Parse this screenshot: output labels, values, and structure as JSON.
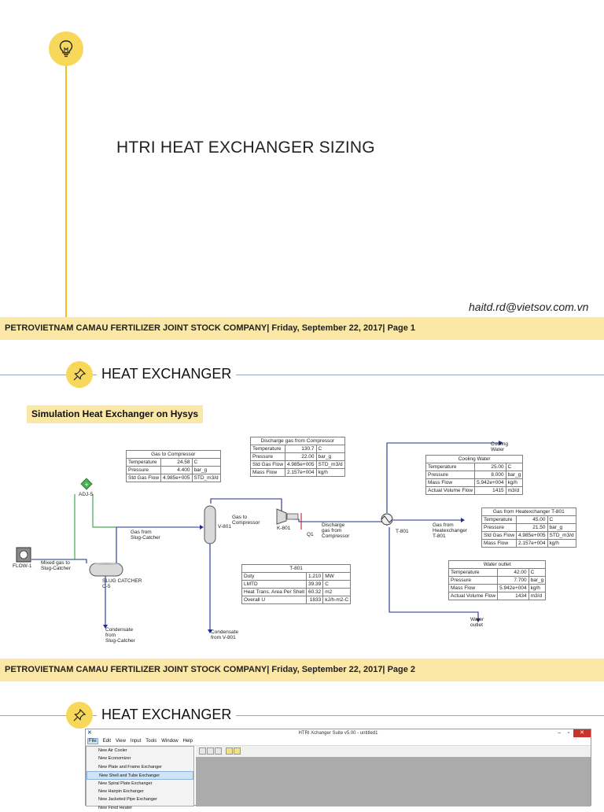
{
  "slide1": {
    "title": "HTRI HEAT EXCHANGER SIZING",
    "email": "haitd.rd@vietsov.com.vn",
    "footer": "PETROVIETNAM CAMAU FERTILIZER JOINT STOCK COMPANY| Friday, September 22, 2017| Page 1",
    "icon": "lightbulb-icon",
    "accent_color": "#f2bf1c"
  },
  "slide2": {
    "header": "HEAT EXCHANGER",
    "subheading": "Simulation Heat Exchanger on Hysys",
    "footer": "PETROVIETNAM CAMAU FERTILIZER JOINT STOCK COMPANY| Friday, September 22, 2017| Page 2",
    "icon": "pushpin-icon",
    "diagram": {
      "tables": {
        "gas_to_compressor": {
          "title": "Gas to Compressor",
          "rows": [
            [
              "Temperature",
              "24.58",
              "C"
            ],
            [
              "Pressure",
              "4.400",
              "bar_g"
            ],
            [
              "Std Gas Flow",
              "4.985e+005",
              "STD_m3/d"
            ]
          ]
        },
        "discharge_gas": {
          "title": "Discharge gas from Compressor",
          "rows": [
            [
              "Temperature",
              "130.7",
              "C"
            ],
            [
              "Pressure",
              "22.00",
              "bar_g"
            ],
            [
              "Std Gas Flow",
              "4.985e+005",
              "STD_m3/d"
            ],
            [
              "Mass Flow",
              "2.157e+004",
              "kg/h"
            ]
          ]
        },
        "cooling_water": {
          "title": "Cooling Water",
          "rows": [
            [
              "Temperature",
              "25.00",
              "C"
            ],
            [
              "Pressure",
              "8.000",
              "bar_g"
            ],
            [
              "Mass Flow",
              "5.942e+004",
              "kg/h"
            ],
            [
              "Actual Volume Flow",
              "1415",
              "m3/d"
            ]
          ]
        },
        "gas_from_hx": {
          "title": "Gas from Heatexchanger T-801",
          "rows": [
            [
              "Temperature",
              "45.00",
              "C"
            ],
            [
              "Pressure",
              "21.50",
              "bar_g"
            ],
            [
              "Std Gas Flow",
              "4.985e+005",
              "STD_m3/d"
            ],
            [
              "Mass Flow",
              "2.157e+004",
              "kg/h"
            ]
          ]
        },
        "t801": {
          "title": "T-801",
          "rows": [
            [
              "Duty",
              "1.210",
              "MW"
            ],
            [
              "LMTD",
              "39.39",
              "C"
            ],
            [
              "Heat Trans. Area Per Shell",
              "60.32",
              "m2"
            ],
            [
              "Overall U",
              "1833",
              "kJ/h-m2-C"
            ]
          ]
        },
        "water_outlet": {
          "title": "Water outlet",
          "rows": [
            [
              "Temperature",
              "42.00",
              "C"
            ],
            [
              "Pressure",
              "7.700",
              "bar_g"
            ],
            [
              "Mass Flow",
              "5.942e+004",
              "kg/h"
            ],
            [
              "Actual Volume Flow",
              "1434",
              "m3/d"
            ]
          ]
        }
      },
      "labels": {
        "cooling_water_in": "Cooling\nWater",
        "adj5": "ADJ-5",
        "gas_from_slug": "Gas from\nSlug-Catcher",
        "gas_to_compressor": "Gas to\nCompressor",
        "v801": "V-801",
        "discharge": "Discharge\ngas from\nCompressor",
        "t801": "T-801",
        "gas_from_hx": "Gas from\nHeatexchanger\nT-801",
        "flow1": "FLOW-1",
        "mixed_gas": "Mixed gas to\nSlug-Catcher",
        "slug_catcher": "SLUG CATCHER\nC-5",
        "k801": "K-801",
        "q1": "Q1",
        "condensate_slug": "Condensate\nfrom\nSlug-Catcher",
        "condensate_v801": "Condensate\nfrom V-801",
        "water_outlet": "Water\noutlet"
      }
    }
  },
  "slide3": {
    "header": "HEAT EXCHANGER",
    "icon": "pushpin-icon",
    "window": {
      "title": "HTRI Xchanger Suite v5.00 - untitled1",
      "menu": [
        "File",
        "Edit",
        "View",
        "Input",
        "Tools",
        "Window",
        "Help"
      ],
      "file_menu_items": [
        "New Air Cooler",
        "New Economizer",
        "New Plate and Frame Exchanger",
        "New Shell and Tube Exchanger",
        "New Spiral Plate Exchanger",
        "New Hairpin Exchanger",
        "New Jacketed Pipe Exchanger",
        "New Fired Heater"
      ],
      "highlighted_item": "New Shell and Tube Exchanger"
    }
  }
}
